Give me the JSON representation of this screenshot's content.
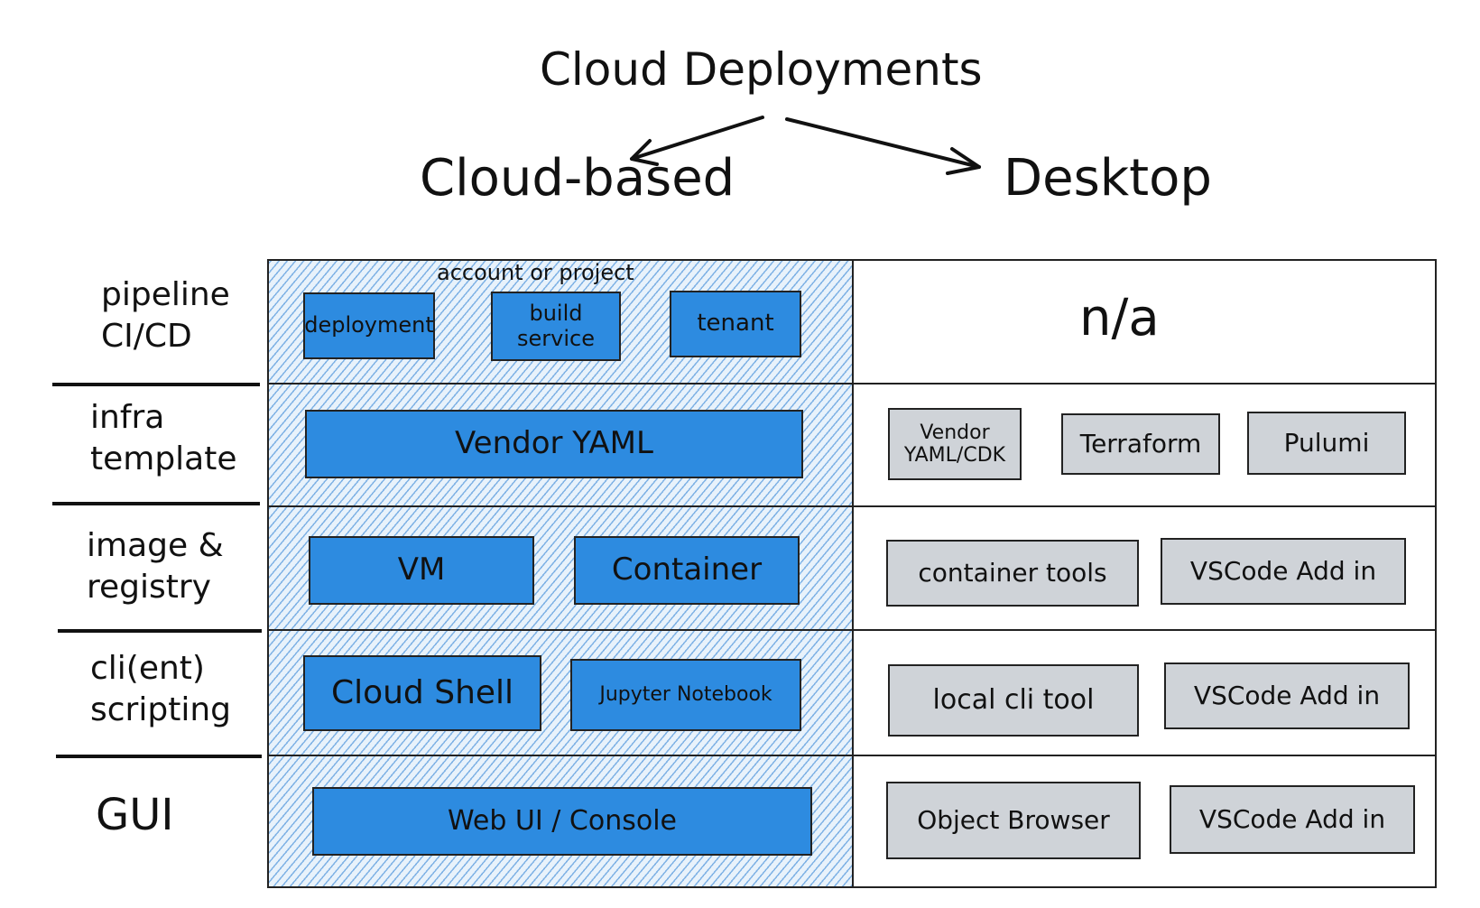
{
  "title": "Cloud Deployments",
  "branches": {
    "left": "Cloud-based",
    "right": "Desktop"
  },
  "rows": [
    {
      "label_line1": "pipeline",
      "label_line2": "CI/CD"
    },
    {
      "label_line1": "infra",
      "label_line2": "template"
    },
    {
      "label_line1": "image &",
      "label_line2": "registry"
    },
    {
      "label_line1": "cli(ent)",
      "label_line2": "scripting"
    },
    {
      "label_line1": "GUI",
      "label_line2": ""
    }
  ],
  "cloud": {
    "account_label": "account or project",
    "pipeline": [
      "deployment",
      "build service",
      "tenant"
    ],
    "infra": [
      "Vendor YAML"
    ],
    "image": [
      "VM",
      "Container"
    ],
    "cli": [
      "Cloud Shell",
      "Jupyter Notebook"
    ],
    "gui": [
      "Web UI / Console"
    ]
  },
  "desktop": {
    "pipeline": "n/a",
    "infra": [
      "Vendor YAML/CDK",
      "Terraform",
      "Pulumi"
    ],
    "image": [
      "container tools",
      "VSCode Add in"
    ],
    "cli": [
      "local cli tool",
      "VSCode Add in"
    ],
    "gui": [
      "Object Browser",
      "VSCode Add in"
    ]
  },
  "colors": {
    "cloud_box": "#2d8be0",
    "desktop_box": "#cfd3d8",
    "hatch": "#7fb2e5"
  }
}
